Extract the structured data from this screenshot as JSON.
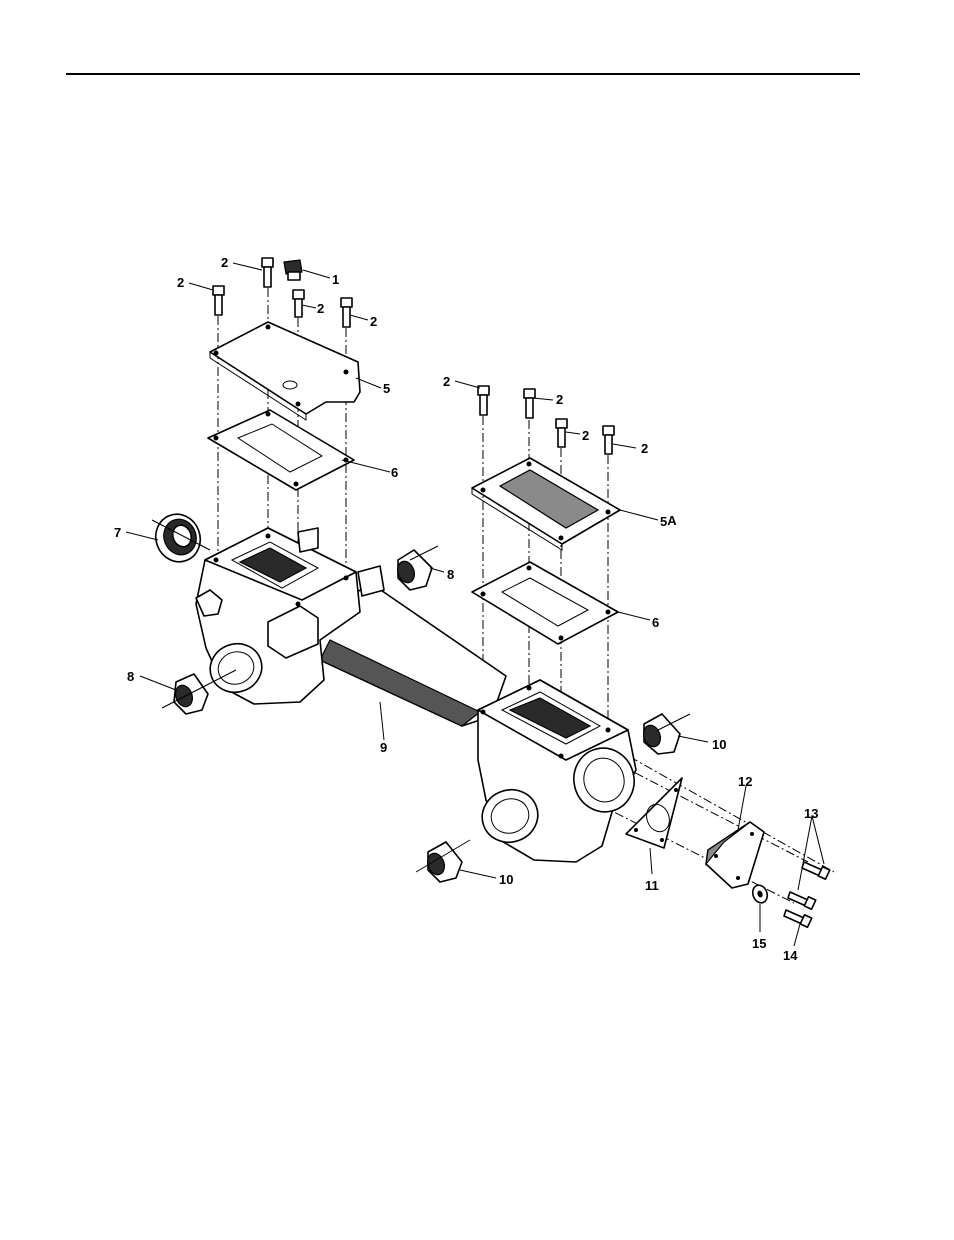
{
  "callouts": [
    {
      "id": "c1",
      "text": "1"
    },
    {
      "id": "c2a",
      "text": "2"
    },
    {
      "id": "c2b",
      "text": "2"
    },
    {
      "id": "c2c",
      "text": "2"
    },
    {
      "id": "c2d",
      "text": "2"
    },
    {
      "id": "c2e",
      "text": "2"
    },
    {
      "id": "c2f",
      "text": "2"
    },
    {
      "id": "c2g",
      "text": "2"
    },
    {
      "id": "c2h",
      "text": "2"
    },
    {
      "id": "c5",
      "text": "5"
    },
    {
      "id": "c5a",
      "text": "5",
      "sup": "A"
    },
    {
      "id": "c6a",
      "text": "6"
    },
    {
      "id": "c6b",
      "text": "6"
    },
    {
      "id": "c7",
      "text": "7"
    },
    {
      "id": "c8a",
      "text": "8"
    },
    {
      "id": "c8b",
      "text": "8"
    },
    {
      "id": "c9",
      "text": "9"
    },
    {
      "id": "c10a",
      "text": "10"
    },
    {
      "id": "c10b",
      "text": "10"
    },
    {
      "id": "c11",
      "text": "11"
    },
    {
      "id": "c12",
      "text": "12"
    },
    {
      "id": "c13",
      "text": "13"
    },
    {
      "id": "c14",
      "text": "14"
    },
    {
      "id": "c15",
      "text": "15"
    }
  ]
}
